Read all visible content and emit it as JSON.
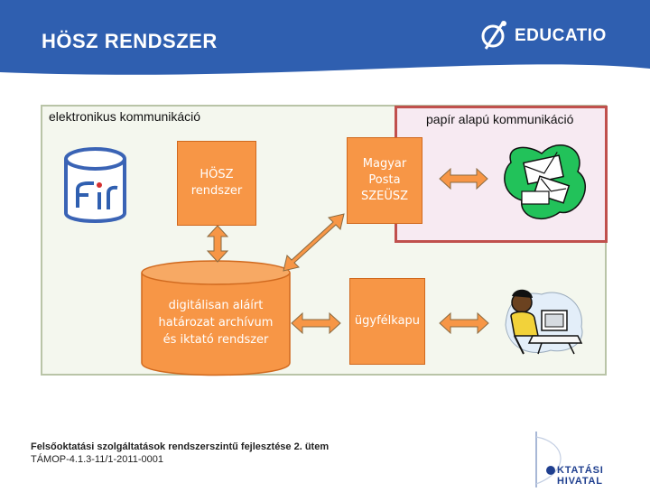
{
  "header": {
    "title": "HÖSZ RENDSZER",
    "logo_text": "EDUCATIO",
    "bg_color": "#2f5fb0"
  },
  "panels": {
    "electronic_label": "elektronikus kommunikáció",
    "paper_label": "papír alapú kommunikáció"
  },
  "nodes": {
    "fir_label": "fir",
    "hosz": [
      "HÖSZ",
      "rendszer"
    ],
    "archive": [
      "digitálisan aláírt",
      "határozat archívum",
      "és iktató rendszer"
    ],
    "posta": [
      "Magyar",
      "Posta",
      "SZEÜSZ"
    ],
    "ugyfelkapu": "ügyfélkapu"
  },
  "icons": {
    "mail_icon": "mail-envelopes-icon",
    "person_icon": "person-at-computer-icon",
    "db_icon": "database-icon"
  },
  "colors": {
    "node": "#f79646",
    "paper_border": "#c0504d"
  },
  "footer": {
    "line1": "Felsőoktatási szolgáltatások rendszerszintű fejlesztése 2. ütem",
    "line2": "TÁMOP-4.1.3-11/1-2011-0001",
    "logo_text": "KTATÁSI HIVATAL"
  }
}
